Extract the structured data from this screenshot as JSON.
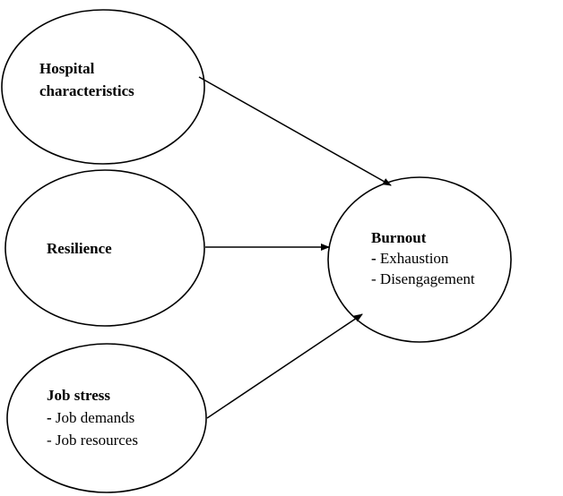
{
  "nodes": {
    "hospital": {
      "title_line1": "Hospital",
      "title_line2": "characteristics"
    },
    "resilience": {
      "title": "Resilience"
    },
    "job_stress": {
      "title": "Job stress",
      "item1_dash": "-",
      "item1_text": " Job demands",
      "item2": "- Job resources"
    },
    "burnout": {
      "title": "Burnout",
      "item1_dash": "-",
      "item1_text": " Exhaustion",
      "item2": "- Disengagement"
    }
  },
  "edges": [
    {
      "from": "hospital",
      "to": "burnout"
    },
    {
      "from": "resilience",
      "to": "burnout"
    },
    {
      "from": "job_stress",
      "to": "burnout"
    }
  ]
}
